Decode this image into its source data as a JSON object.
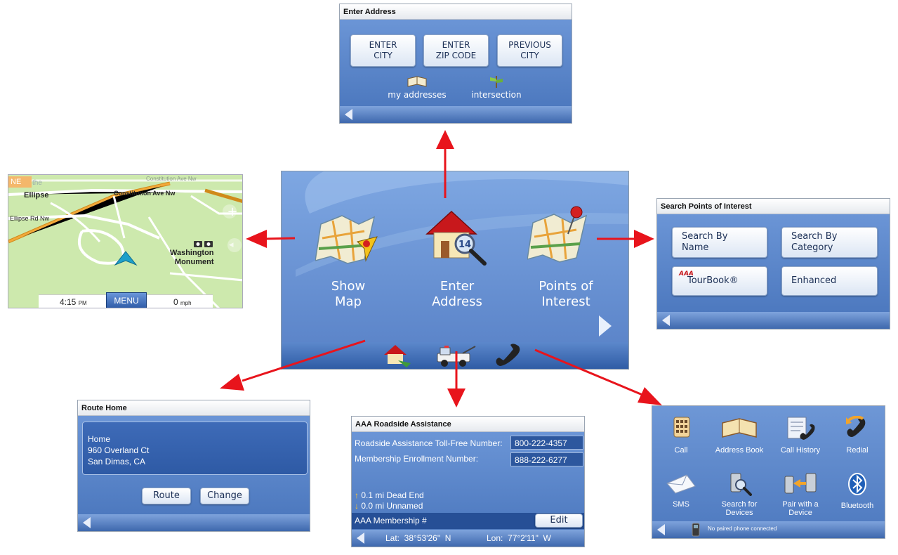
{
  "enter_address": {
    "title": "Enter Address",
    "btn_city_1": "ENTER",
    "btn_city_2": "CITY",
    "btn_zip_1": "ENTER",
    "btn_zip_2": "ZIP CODE",
    "btn_prev_1": "PREVIOUS",
    "btn_prev_2": "CITY",
    "my_addresses": "my addresses",
    "intersection": "intersection"
  },
  "map": {
    "compass": "NE",
    "label_the": "the",
    "label_ellipse": "Ellipse",
    "label_constitution": "Constitution Ave Nw",
    "label_constitution_faded": "Constitution Ave Nw",
    "label_ellipse_rd": "Ellipse Rd Nw",
    "label_poi_1": "Washington",
    "label_poi_2": "Monument",
    "time": "4:15",
    "time_suffix": "PM",
    "menu": "MENU",
    "speed": "0",
    "speed_unit": "mph"
  },
  "main_menu": {
    "show_map_1": "Show",
    "show_map_2": "Map",
    "enter_address_1": "Enter",
    "enter_address_2": "Address",
    "poi_1": "Points of",
    "poi_2": "Interest",
    "badge": "14"
  },
  "poi": {
    "title": "Search Points of Interest",
    "by_name_1": "Search By",
    "by_name_2": "Name",
    "by_cat_1": "Search By",
    "by_cat_2": "Category",
    "tourbook": "TourBook®",
    "aaa": "AAA",
    "enhanced": "Enhanced"
  },
  "route_home": {
    "title": "Route Home",
    "line1": "Home",
    "line2": "960 Overland Ct",
    "line3": "San Dimas, CA",
    "route": "Route",
    "change": "Change"
  },
  "aaa": {
    "title": "AAA Roadside Assistance",
    "tollfree_label": "Roadside Assistance Toll-Free Number:",
    "tollfree_value": "800-222-4357",
    "enroll_label": "Membership Enrollment Number:",
    "enroll_value": "888-222-6277",
    "nav1": "0.1 mi Dead End",
    "nav2": "0.0 mi Unnamed",
    "membership": "AAA Membership #",
    "edit": "Edit",
    "lat": "Lat:  38°53'26\"  N",
    "lon": "Lon:  77°2'11\"  W"
  },
  "phone": {
    "call": "Call",
    "address_book": "Address Book",
    "call_history": "Call History",
    "redial": "Redial",
    "sms": "SMS",
    "search_1": "Search for",
    "search_2": "Devices",
    "pair_1": "Pair with a",
    "pair_2": "Device",
    "bluetooth": "Bluetooth",
    "status": "No paired phone connected"
  },
  "colors": {
    "arrow": "#e8141c",
    "panel_blue": "#5b86c8",
    "map_green": "#c8e6a8"
  }
}
